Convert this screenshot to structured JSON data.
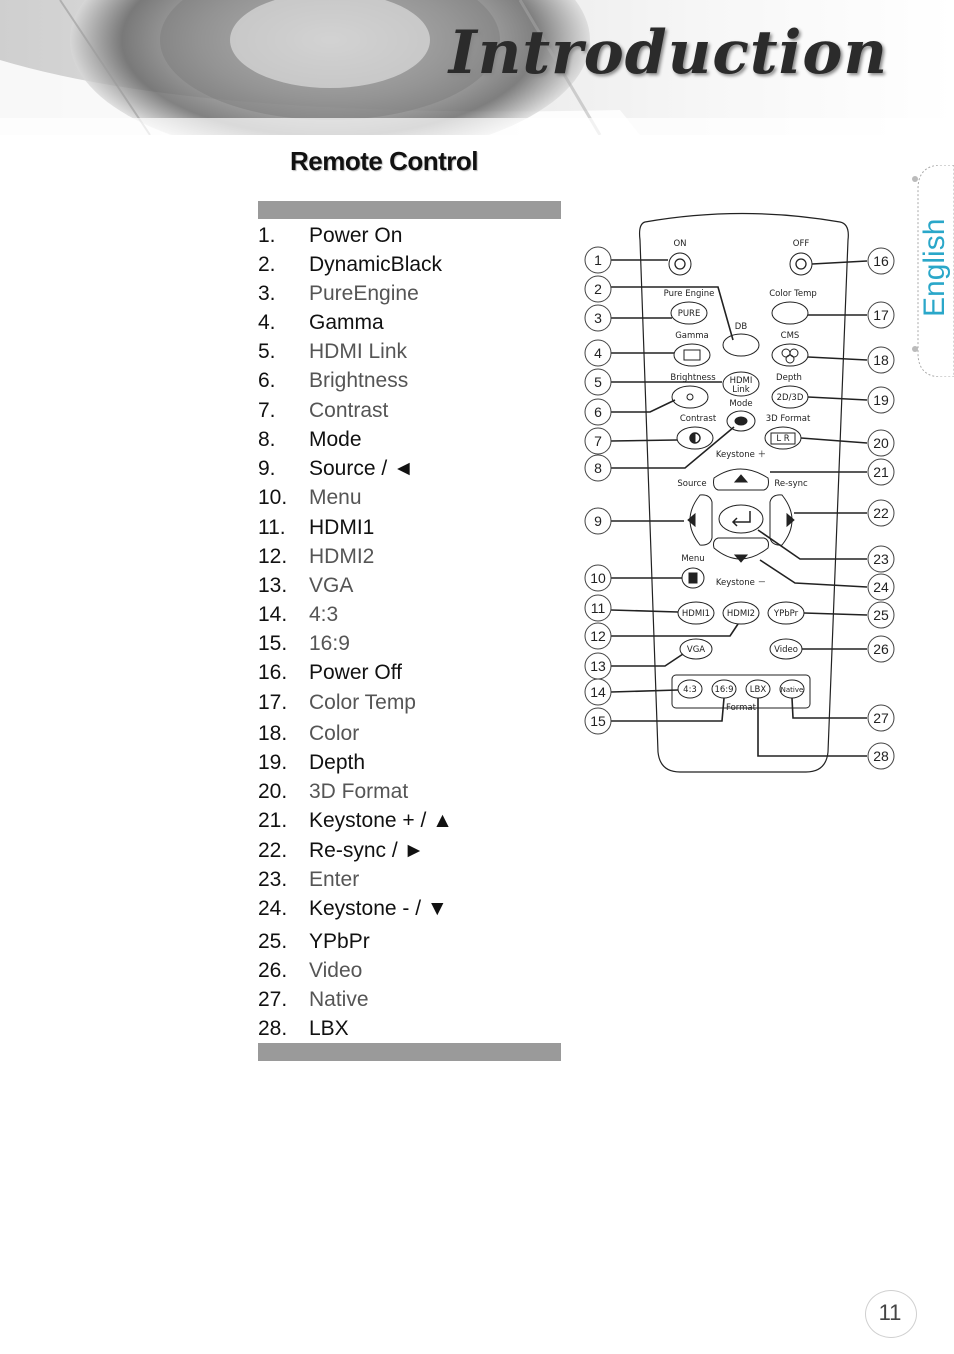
{
  "header": {
    "title": "Introduction"
  },
  "section": {
    "title": "Remote Control"
  },
  "side_tab": {
    "label": "English"
  },
  "page": {
    "number": "11"
  },
  "items": [
    {
      "num": "1.",
      "label": "Power On"
    },
    {
      "num": "2.",
      "label": "DynamicBlack"
    },
    {
      "num": "3.",
      "label": "PureEngine"
    },
    {
      "num": "4.",
      "label": "Gamma"
    },
    {
      "num": "5.",
      "label": "HDMI Link"
    },
    {
      "num": "6.",
      "label": "Brightness"
    },
    {
      "num": "7.",
      "label": "Contrast"
    },
    {
      "num": "8.",
      "label": "Mode"
    },
    {
      "num": "9.",
      "label": "Source / ◄"
    },
    {
      "num": "10.",
      "label": "Menu"
    },
    {
      "num": "11.",
      "label": "HDMI1"
    },
    {
      "num": "12.",
      "label": "HDMI2"
    },
    {
      "num": "13.",
      "label": "VGA"
    },
    {
      "num": "14.",
      "label": "4:3"
    },
    {
      "num": "15.",
      "label": "16:9"
    },
    {
      "num": "16.",
      "label": "Power Off"
    },
    {
      "num": "17.",
      "label": "Color Temp"
    },
    {
      "num": "18.",
      "label": "Color"
    },
    {
      "num": "19.",
      "label": "Depth"
    },
    {
      "num": "20.",
      "label": "3D Format"
    },
    {
      "num": "21.",
      "label": "Keystone + / ▲"
    },
    {
      "num": "22.",
      "label": "Re-sync / ►"
    },
    {
      "num": "23.",
      "label": "Enter"
    },
    {
      "num": "24.",
      "label": "Keystone - / ▼"
    },
    {
      "num": "25.",
      "label": "YPbPr"
    },
    {
      "num": "26.",
      "label": "Video"
    },
    {
      "num": "27.",
      "label": "Native"
    },
    {
      "num": "28.",
      "label": "LBX"
    }
  ],
  "remote": {
    "labels": {
      "on": "ON",
      "off": "OFF",
      "pure_engine": "Pure Engine",
      "pure": "PURE",
      "db": "DB",
      "color_temp": "Color Temp",
      "gamma": "Gamma",
      "cms": "CMS",
      "brightness": "Brightness",
      "hdmi_link_1": "HDMI",
      "hdmi_link_2": "Link",
      "depth": "Depth",
      "mode": "Mode",
      "depth_btn": "2D/3D",
      "contrast": "Contrast",
      "format_3d": "3D Format",
      "lr": "L R",
      "keystone_plus": "Keystone ＋",
      "source": "Source",
      "resync": "Re-sync",
      "menu": "Menu",
      "keystone_minus": "Keystone －",
      "hdmi1": "HDMI1",
      "hdmi2": "HDMI2",
      "ypbpr": "YPbPr",
      "vga": "VGA",
      "video": "Video",
      "r43": "4:3",
      "r169": "16:9",
      "lbx": "LBX",
      "native": "Native",
      "format": "Format"
    },
    "callouts_left": [
      "1",
      "2",
      "3",
      "4",
      "5",
      "6",
      "7",
      "8",
      "9",
      "10",
      "11",
      "12",
      "13",
      "14",
      "15"
    ],
    "callouts_right": [
      "16",
      "17",
      "18",
      "19",
      "20",
      "21",
      "22",
      "23",
      "24",
      "25",
      "26",
      "27",
      "28"
    ]
  }
}
